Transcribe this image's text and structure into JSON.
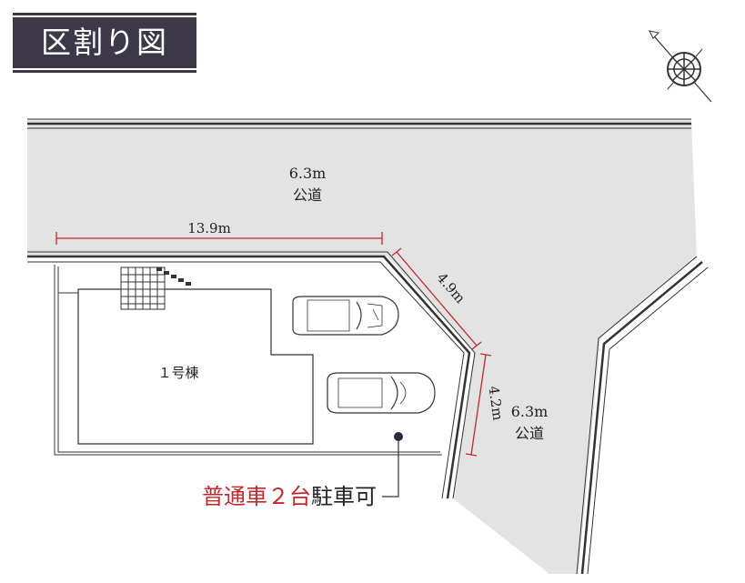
{
  "title": "区割り図",
  "road_top": {
    "width": "6.3m",
    "type": "公道"
  },
  "road_right": {
    "width": "6.3m",
    "type": "公道"
  },
  "dimensions": {
    "frontage": "13.9m",
    "diagonal": "4.9m",
    "right_edge": "4.2m"
  },
  "building_label": "１号棟",
  "parking": {
    "highlight": "普通車２台",
    "rest": "駐車可"
  },
  "colors": {
    "title_bg": "#3c3848",
    "road": "#e3e3e3",
    "dimension_line": "#c0282d",
    "parking_highlight": "#c0282d",
    "text": "#222222"
  },
  "icons": [
    "compass-north-icon",
    "car-icon",
    "car-icon",
    "stair-icon"
  ]
}
